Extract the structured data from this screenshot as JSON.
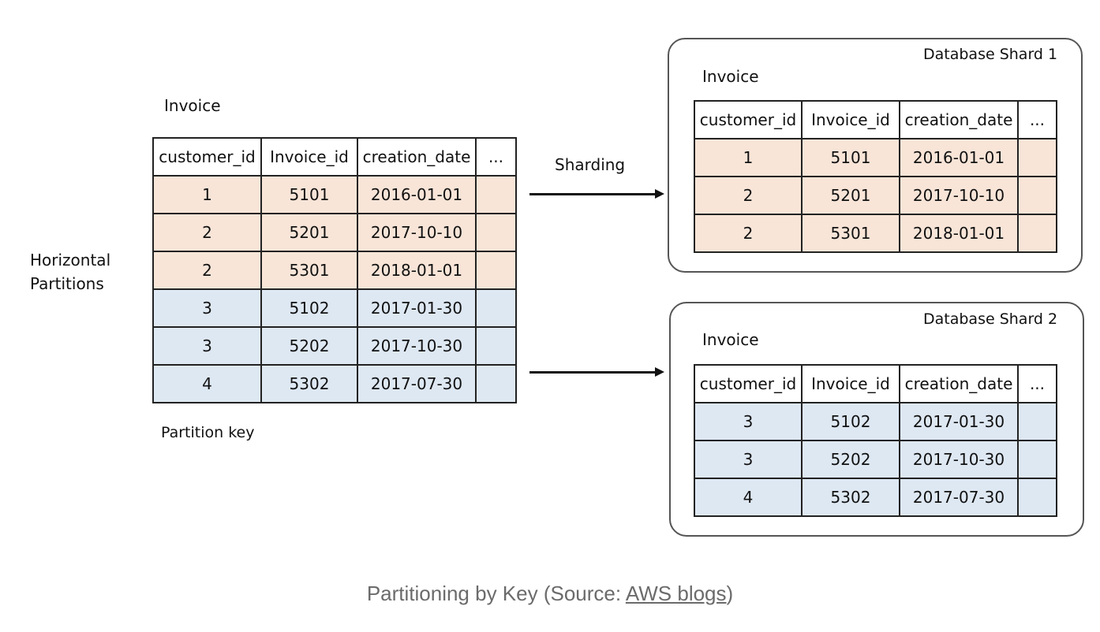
{
  "source": {
    "title": "Invoice",
    "side_label": "Horizontal\nPartitions",
    "partition_key_label": "Partition key",
    "columns": [
      "customer_id",
      "Invoice_id",
      "creation_date",
      "..."
    ],
    "rows": [
      [
        "1",
        "5101",
        "2016-01-01",
        ""
      ],
      [
        "2",
        "5201",
        "2017-10-10",
        ""
      ],
      [
        "2",
        "5301",
        "2018-01-01",
        ""
      ],
      [
        "3",
        "5102",
        "2017-01-30",
        ""
      ],
      [
        "3",
        "5202",
        "2017-10-30",
        ""
      ],
      [
        "4",
        "5302",
        "2017-07-30",
        ""
      ]
    ]
  },
  "sharding_label": "Sharding",
  "shards": [
    {
      "title": "Database Shard 1",
      "table_title": "Invoice",
      "columns": [
        "customer_id",
        "Invoice_id",
        "creation_date",
        "..."
      ],
      "rows": [
        [
          "1",
          "5101",
          "2016-01-01",
          ""
        ],
        [
          "2",
          "5201",
          "2017-10-10",
          ""
        ],
        [
          "2",
          "5301",
          "2018-01-01",
          ""
        ]
      ]
    },
    {
      "title": "Database Shard 2",
      "table_title": "Invoice",
      "columns": [
        "customer_id",
        "Invoice_id",
        "creation_date",
        "..."
      ],
      "rows": [
        [
          "3",
          "5102",
          "2017-01-30",
          ""
        ],
        [
          "3",
          "5202",
          "2017-10-30",
          ""
        ],
        [
          "4",
          "5302",
          "2017-07-30",
          ""
        ]
      ]
    }
  ],
  "caption": {
    "prefix": "Partitioning by Key (Source: ",
    "link": "AWS blogs",
    "suffix": ")"
  },
  "colors": {
    "partition_1_fill": "#f8e5d8",
    "partition_2_fill": "#dee8f3"
  }
}
